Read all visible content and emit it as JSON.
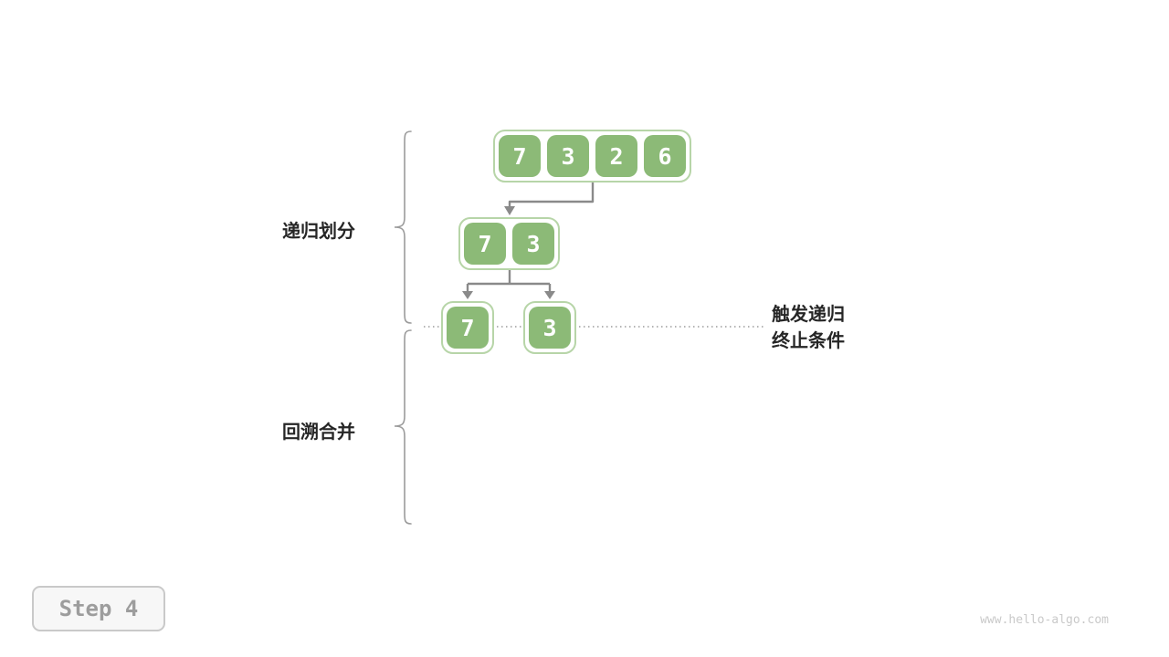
{
  "labels": {
    "phase_divide": "递归划分",
    "phase_merge": "回溯合并",
    "termination_line1": "触发递归",
    "termination_line2": "终止条件"
  },
  "arrays": {
    "level1": [
      "7",
      "3",
      "2",
      "6"
    ],
    "level2": [
      "7",
      "3"
    ],
    "level3": [
      "7",
      "3"
    ]
  },
  "footer": {
    "step_label": "Step 4",
    "watermark": "www.hello-algo.com"
  },
  "colors": {
    "cell_fill": "#8cba77",
    "cell_outline": "#b7d5a8",
    "cell_text": "#ffffff",
    "arrow": "#8a8a8a",
    "brace": "#9b9b9b",
    "dotted_line": "#9b9b9b",
    "label_text": "#262626",
    "badge_bg": "#f7f7f7",
    "badge_border": "#c9c9c9",
    "badge_text": "#9d9d9d",
    "watermark_text": "#c9c9c9"
  }
}
